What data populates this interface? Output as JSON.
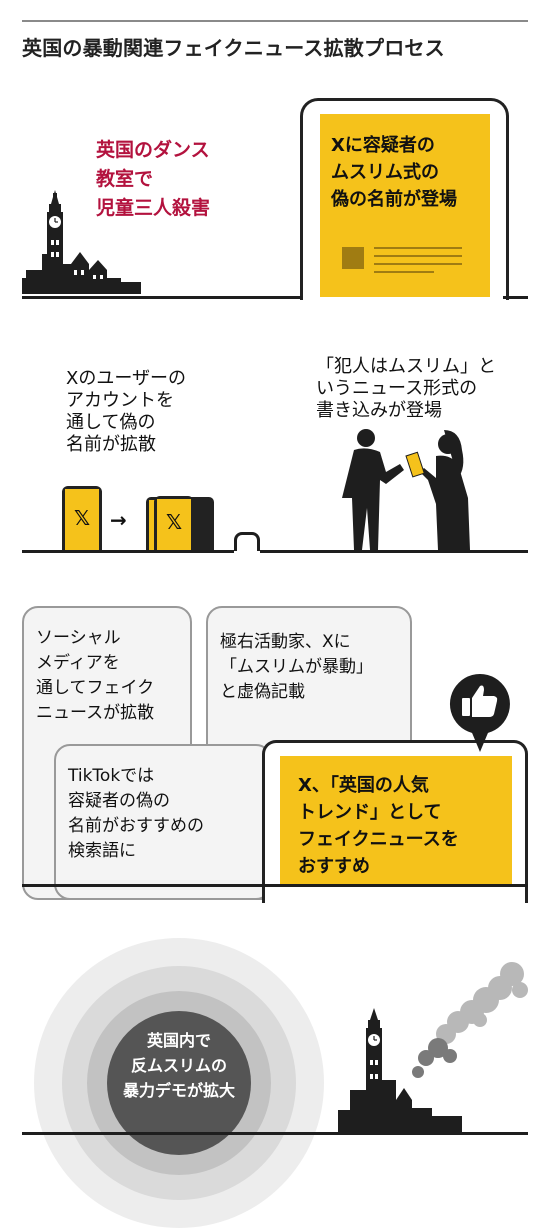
{
  "title": "英国の暴動関連フェイクニュース拡散プロセス",
  "section1": {
    "event_lines": [
      "英国のダンス",
      "教室で",
      "児童三人殺害"
    ],
    "phone_lines": [
      "Xに容疑者の",
      "ムスリム式の",
      "偽の名前が登場"
    ]
  },
  "section2": {
    "left_lines": [
      "Xのユーザーの",
      "アカウントを",
      "通して偽の",
      "名前が拡散"
    ],
    "right_lines": [
      "「犯人はムスリム」と",
      "いうニュース形式の",
      "書き込みが登場"
    ],
    "x_logo": "𝕏",
    "arrow": "→"
  },
  "section3": {
    "bubble1_lines": [
      "ソーシャル",
      "メディアを",
      "通してフェイク",
      "ニュースが拡散"
    ],
    "bubble2_lines": [
      "極右活動家、Xに",
      "「ムスリムが暴動」",
      "と虚偽記載"
    ],
    "bubble3_lines": [
      "TikTokでは",
      "容疑者の偽の",
      "名前がおすすめの",
      "検索語に"
    ],
    "yellow_lines": [
      "X、「英国の人気",
      "トレンド」として",
      "フェイクニュースを",
      "おすすめ"
    ],
    "thumb_icon": "thumbs-up"
  },
  "section4": {
    "circle_lines": [
      "英国内で",
      "反ムスリムの",
      "暴力デモが拡大"
    ]
  },
  "colors": {
    "accent_yellow": "#f5c21b",
    "crimson": "#b3123e",
    "ink": "#1e1e1e"
  }
}
